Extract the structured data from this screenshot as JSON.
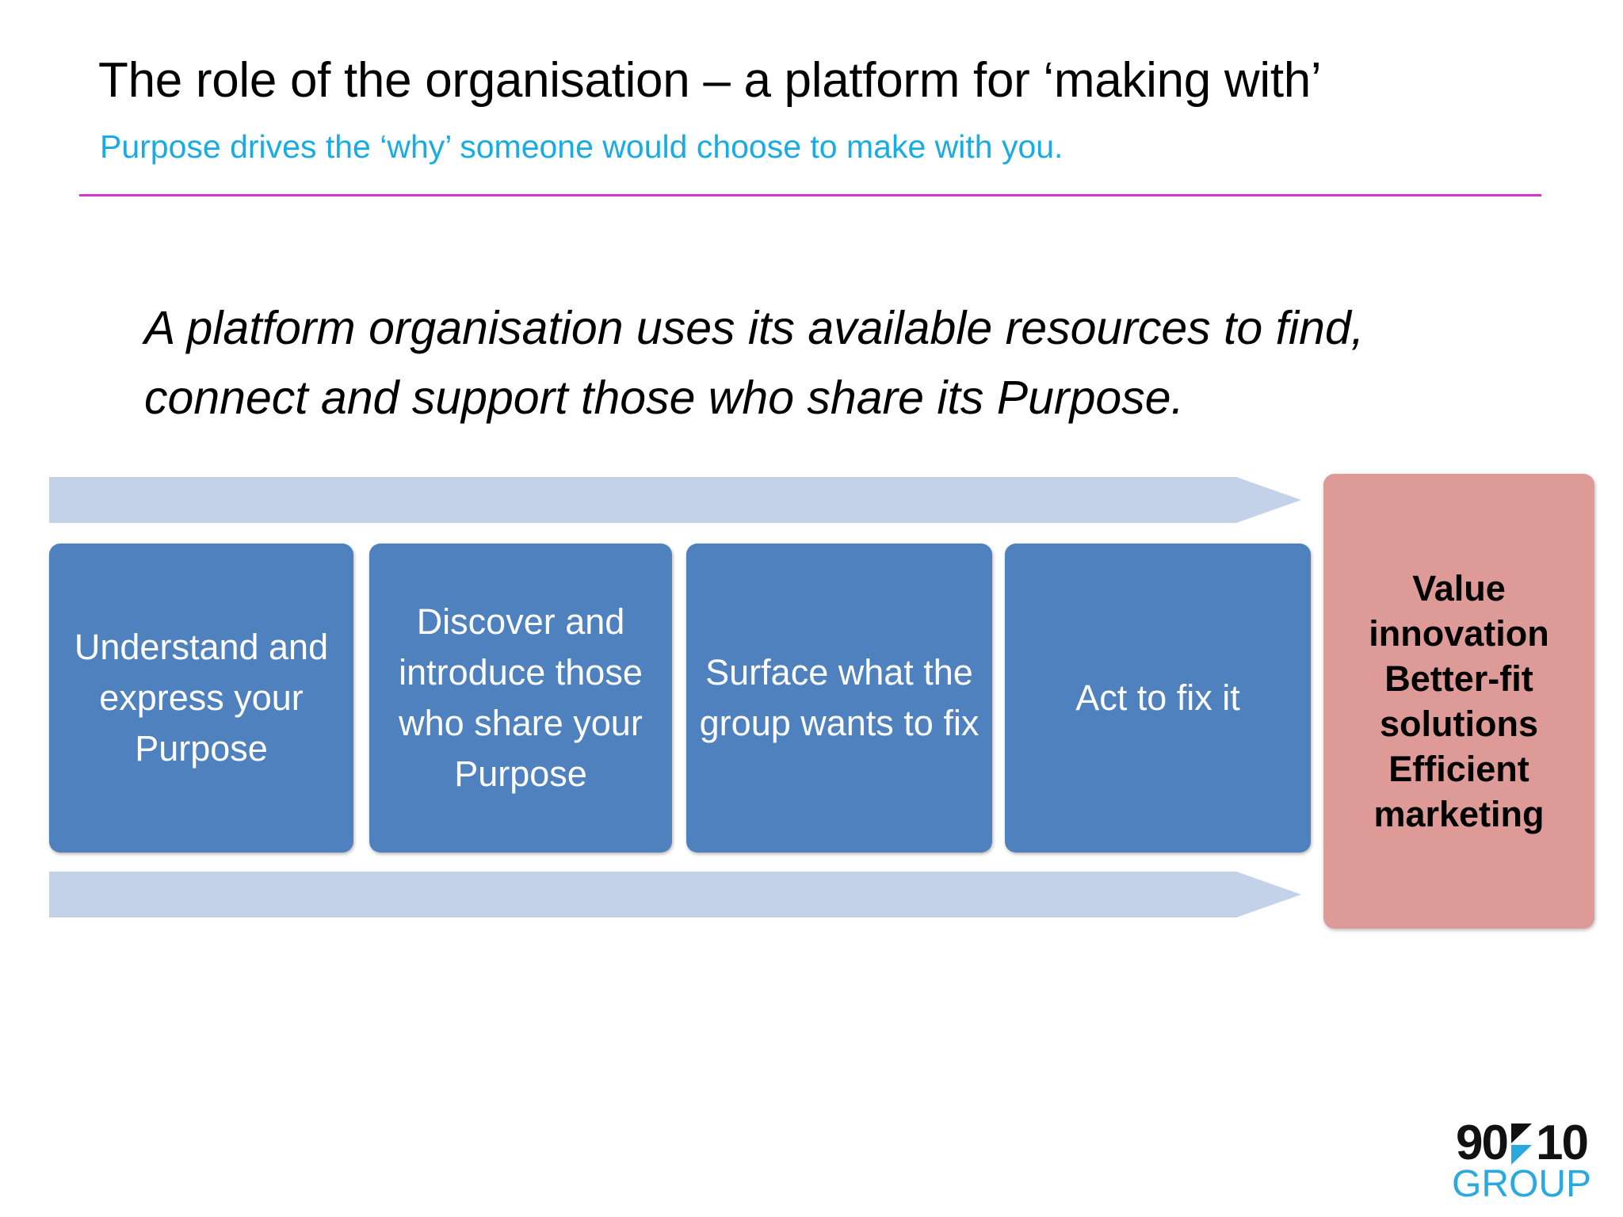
{
  "header": {
    "title": "The role of the organisation – a platform for ‘making with’",
    "subtitle": "Purpose drives the ‘why’ someone would choose to make with you.",
    "rule_color": "#D336CE",
    "subtitle_color": "#18ACE3"
  },
  "lead_statement": "A platform organisation uses its available resources to find, connect and support those who share its Purpose.",
  "process": {
    "arrow_color": "#C3D2E8",
    "stage_color": "#4E81BD",
    "stage_text_color": "#FFFFFF",
    "stages": [
      {
        "label": "Understand and express your Purpose"
      },
      {
        "label": "Discover and introduce those who share your Purpose"
      },
      {
        "label": "Surface what the group wants to fix"
      },
      {
        "label": "Act to fix it"
      }
    ],
    "outcome": {
      "label": "Value innovation Better-fit solutions Efficient marketing",
      "color": "#DE9A97",
      "text_color": "#000000"
    }
  },
  "logo": {
    "num_left": "90",
    "num_right": "10",
    "group_word": "GROUP",
    "accent_color": "#29A9E0",
    "num_color": "#111111"
  }
}
